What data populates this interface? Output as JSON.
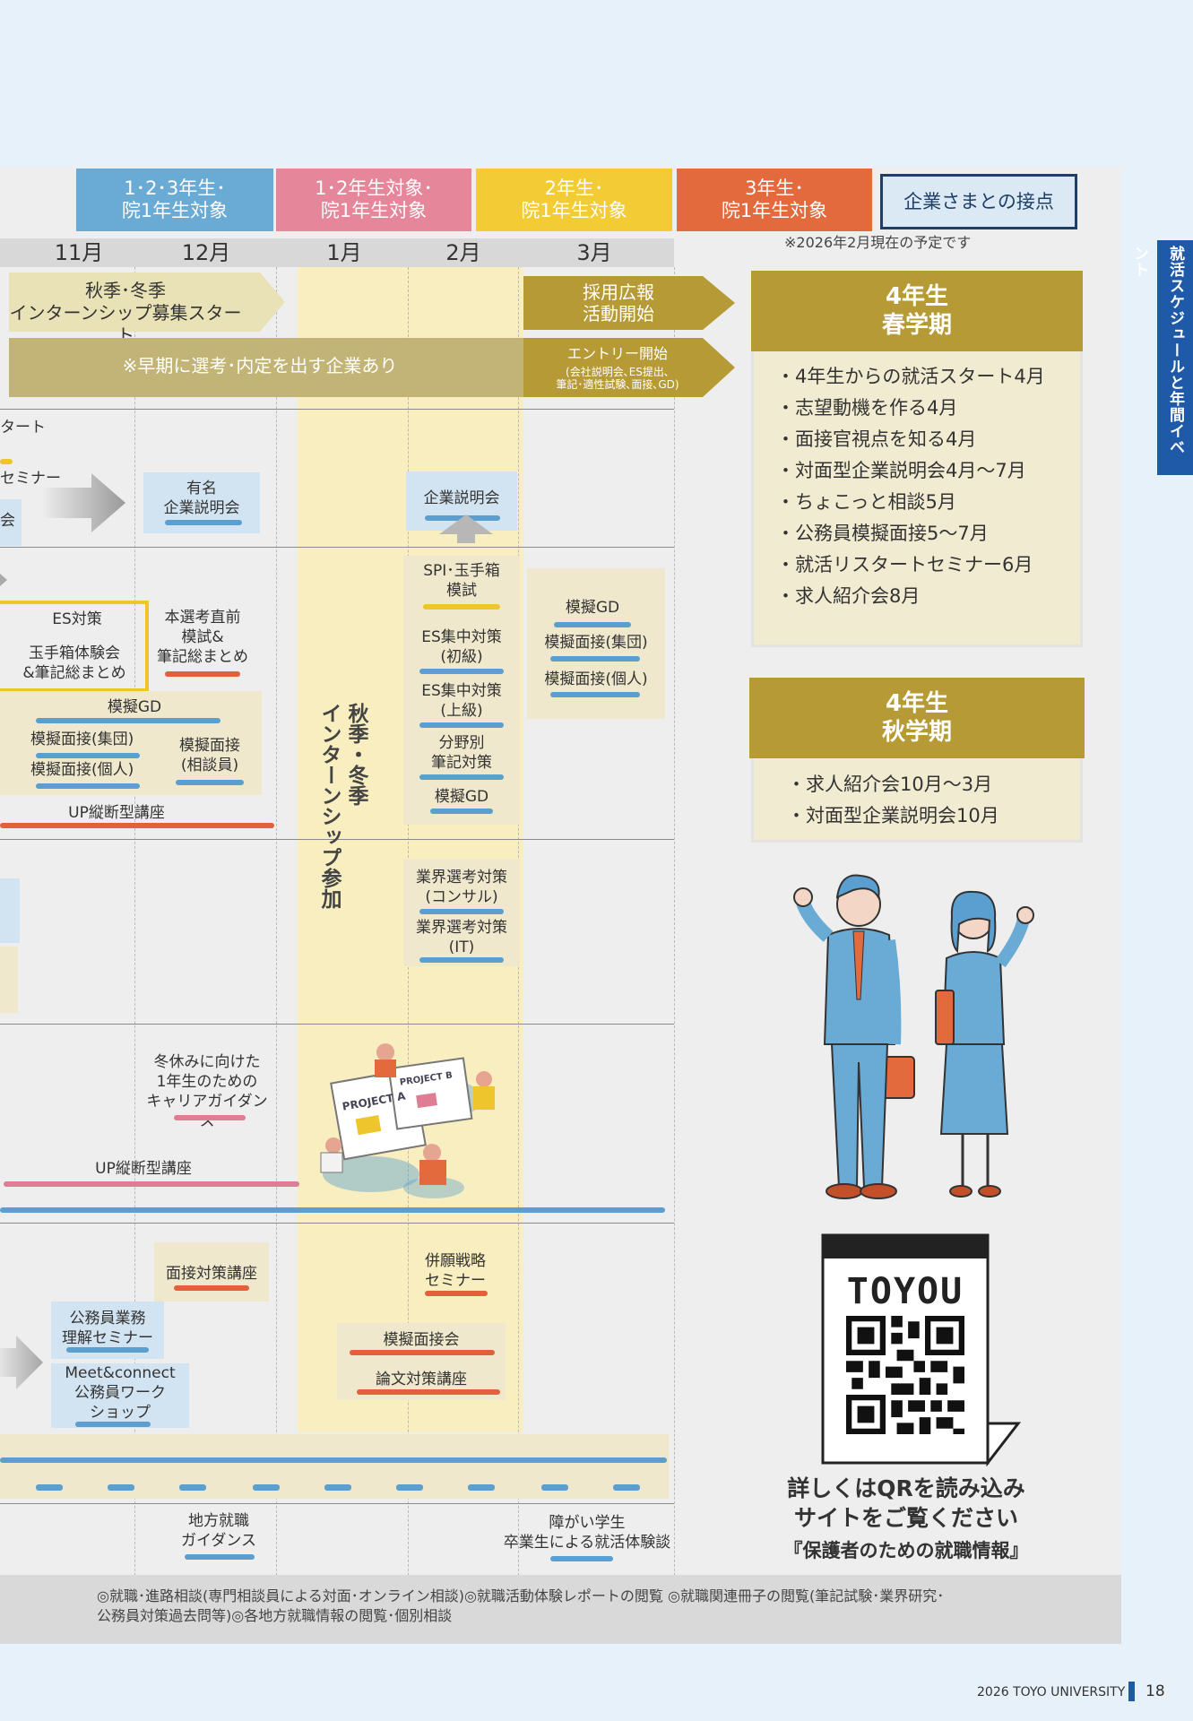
{
  "headers": [
    {
      "text": "1･2･3年生･\n院1年生対象",
      "color": "#6aabd6"
    },
    {
      "text": "1･2年生対象･\n院1年生対象",
      "color": "#e6869a"
    },
    {
      "text": "2年生･\n院1年生対象",
      "color": "#f2cb35"
    },
    {
      "text": "3年生･\n院1年生対象",
      "color": "#e26a3c"
    }
  ],
  "contact_label": "企業さまとの接点",
  "note": "※2026年2月現在の予定です",
  "months": [
    "11月",
    "12月",
    "1月",
    "2月",
    "3月"
  ],
  "arrows": {
    "intern_recruit": "秋季･冬季\nインターンシップ募集スタート",
    "early_offer": "※早期に選考･内定を出す企業あり",
    "pr_start": "採用広報\n活動開始",
    "entry_title": "エントリー開始",
    "entry_detail": "(会社説明会､ES提出､\n筆記･適性試験､面接､GD)"
  },
  "intern_vertical": "秋季・冬季\nインターンシップ参加",
  "left_edge": {
    "start": "タート",
    "seminar": "セミナー",
    "kai": "会"
  },
  "events": {
    "yumei": "有名\n企業説明会",
    "kigyou_setsumeikai": "企業説明会",
    "spi": "SPI･玉手箱\n模試",
    "es_shuchu_shokyu": "ES集中対策\n(初級)",
    "es_shuchu_jokyu": "ES集中対策\n(上級)",
    "bunya_hikki": "分野別\n筆記対策",
    "mogi_gd_feb": "模擬GD",
    "mogi_gd_mar": "模擬GD",
    "mensetsu_shudan_mar": "模擬面接(集団)",
    "mensetsu_kojin_mar": "模擬面接(個人)",
    "es_taisaku": "ES対策",
    "tamatebako": "玉手箱体験会\n&筆記総まとめ",
    "honsenko": "本選考直前\n模試&\n筆記総まとめ",
    "mogi_gd_dec": "模擬GD",
    "mensetsu_shudan_dec": "模擬面接(集団)",
    "mensetsu_kojin_dec": "模擬面接(個人)",
    "mensetsu_soudan": "模擬面接\n(相談員)",
    "up_koza_1": "UP縦断型講座",
    "gyokai_consul": "業界選考対策\n(コンサル)",
    "gyokai_it": "業界選考対策\n(IT)",
    "fuyuyasumi": "冬休みに向けた\n1年生のための\nキャリアガイダンス",
    "up_koza_2": "UP縦断型講座",
    "mensetsu_koza": "面接対策講座",
    "heigan": "併願戦略\nセミナー",
    "koumuin_rikai": "公務員業務\n理解セミナー",
    "meet_connect": "Meet&connect\n公務員ワーク\nショップ",
    "mogi_mensetsukai": "模擬面接会",
    "ronbun": "論文対策講座",
    "chihou": "地方就職\nガイダンス",
    "shougai": "障がい学生\n卒業生による就活体験談"
  },
  "illustration_labels": {
    "project_a": "PROJECT A",
    "project_b": "PROJECT B"
  },
  "spring": {
    "title": "4年生\n春学期",
    "items": [
      "・4年生からの就活スタート4月",
      "・志望動機を作る4月",
      "・面接官視点を知る4月",
      "・対面型企業説明会4月〜7月",
      "・ちょこっと相談5月",
      "・公務員模擬面接5〜7月",
      "・就活リスタートセミナー6月",
      "・求人紹介会8月"
    ]
  },
  "autumn": {
    "title": "4年生\n秋学期",
    "items": [
      "・求人紹介会10月〜3月",
      "・対面型企業説明会10月"
    ]
  },
  "qr": {
    "brand": "TOYOU",
    "caption": "詳しくはQRを読み込み\nサイトをご覧ください",
    "subcaption": "『保護者のための就職情報』"
  },
  "footer_text": "◎就職･進路相談(専門相談員による対面･オンライン相談)◎就職活動体験レポートの閲覧 ◎就職関連冊子の閲覧(筆記試験･業界研究･\n公務員対策過去問等)◎各地方就職情報の閲覧･個別相談",
  "side_tab": "就活スケジュールと年間イベント",
  "page_footer": "2026 TOYO UNIVERSITY",
  "page_number": "18",
  "colors": {
    "gold": "#b59a35",
    "gold_light": "#f1ebd1",
    "navy": "#1e5aa8",
    "intern_band": "#f8eec0"
  }
}
